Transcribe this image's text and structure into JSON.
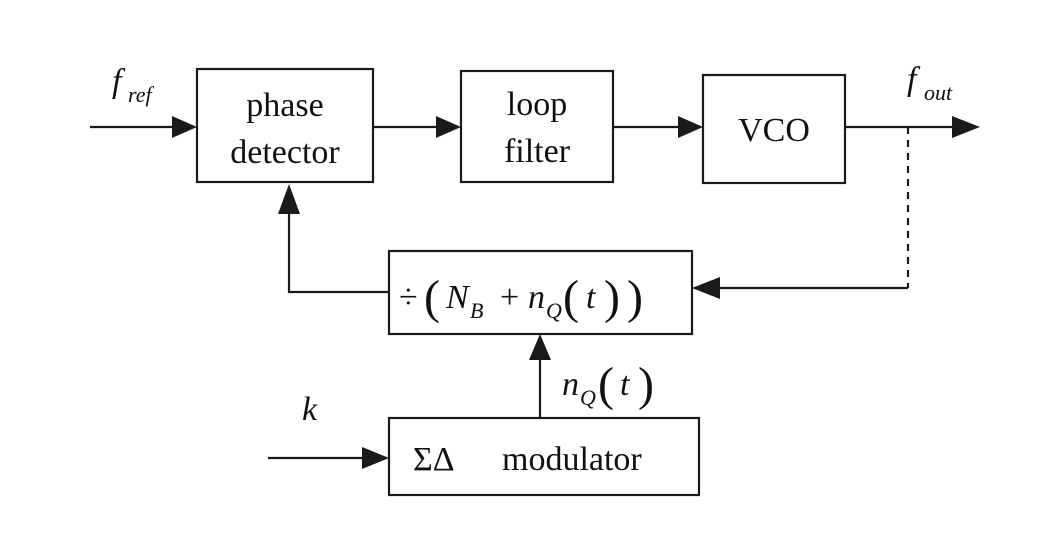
{
  "diagram": {
    "blocks": {
      "phase_detector": {
        "line1": "phase",
        "line2": "detector"
      },
      "loop_filter": {
        "line1": "loop",
        "line2": "filter"
      },
      "vco": {
        "label": "VCO"
      },
      "divider": {
        "op": "÷",
        "n_main": "N",
        "n_sub": "B",
        "plus": "+",
        "nq_main": "n",
        "nq_sub": "Q",
        "open": "(",
        "close": ")",
        "var": "t"
      },
      "modulator": {
        "symbol": "ΣΔ",
        "label": "modulator"
      }
    },
    "signals": {
      "fref": {
        "main": "f",
        "sub": "ref"
      },
      "fout": {
        "main": "f",
        "sub": "out"
      },
      "k": "k",
      "nq": {
        "main": "n",
        "sub": "Q",
        "open": "(",
        "var": "t",
        "close": ")"
      }
    }
  }
}
